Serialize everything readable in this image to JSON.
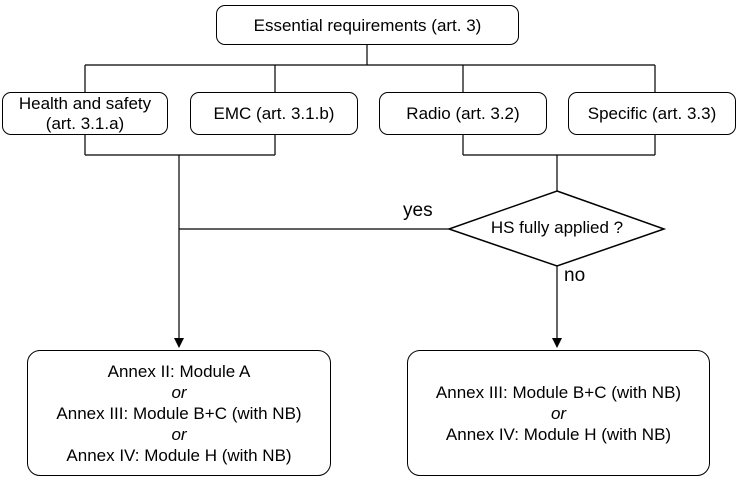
{
  "nodes": {
    "essential": "Essential requirements (art. 3)",
    "health_line1": "Health and safety",
    "health_line2": "(art. 3.1.a)",
    "emc": "EMC (art. 3.1.b)",
    "radio": "Radio (art. 3.2)",
    "specific": "Specific (art. 3.3)",
    "decision": "HS fully applied ?"
  },
  "edges": {
    "yes_label": "yes",
    "no_label": "no"
  },
  "outcome_left": {
    "line1": "Annex II: Module A",
    "or1": "or",
    "line2": "Annex III: Module B+C (with NB)",
    "or2": "or",
    "line3": "Annex IV: Module H (with NB)"
  },
  "outcome_right": {
    "line1": "Annex III: Module B+C (with NB)",
    "or1": "or",
    "line2": "Annex IV: Module H (with NB)"
  }
}
